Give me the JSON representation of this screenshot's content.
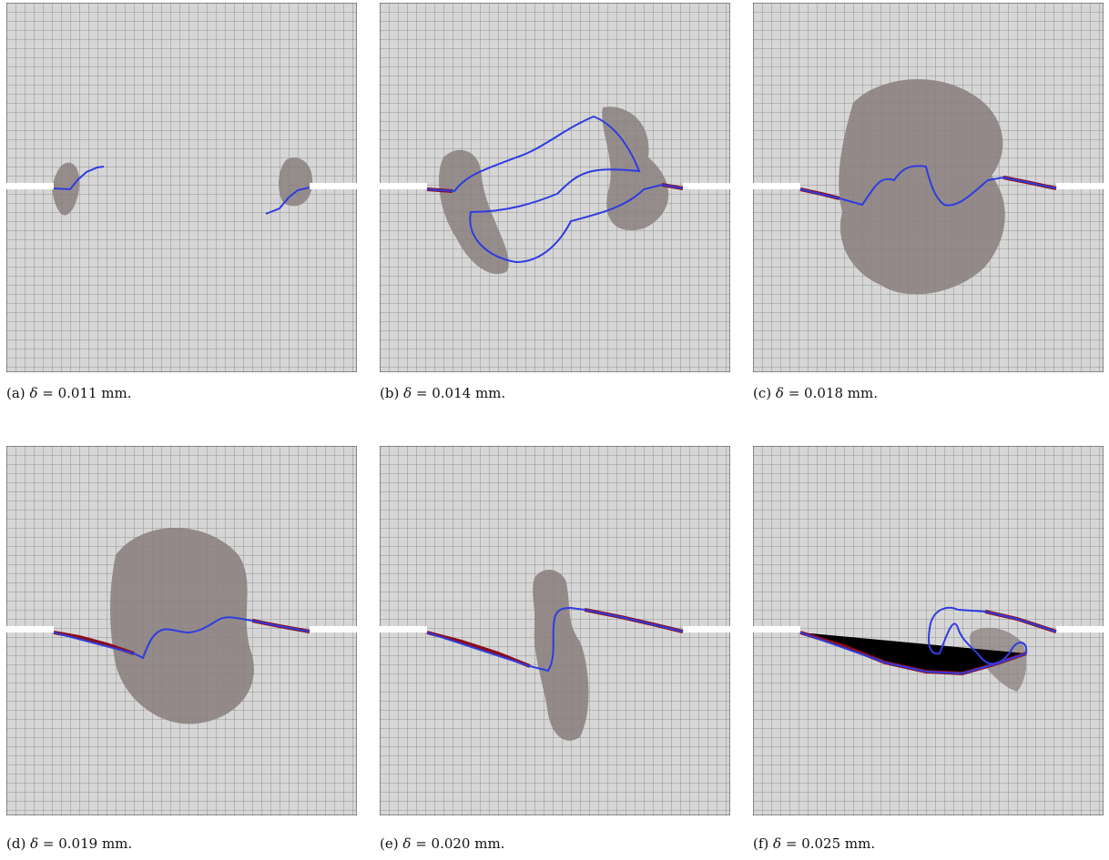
{
  "figure": {
    "panels": [
      {
        "label": "(a)",
        "symbol": "δ",
        "value": "= 0.011 mm."
      },
      {
        "label": "(b)",
        "symbol": "δ",
        "value": "= 0.014 mm."
      },
      {
        "label": "(c)",
        "symbol": "δ",
        "value": "= 0.018 mm."
      },
      {
        "label": "(d)",
        "symbol": "δ",
        "value": "= 0.019 mm."
      },
      {
        "label": "(e)",
        "symbol": "δ",
        "value": "= 0.020 mm."
      },
      {
        "label": "(f)",
        "symbol": "δ",
        "value": "= 0.025 mm."
      }
    ]
  },
  "colors": {
    "background": "#d6d6d6",
    "mesh": "#4a4a4a",
    "damage": "#8a807e",
    "crack_path": "#2f3ce0",
    "cohesive_crack": "#8b0d1a"
  }
}
